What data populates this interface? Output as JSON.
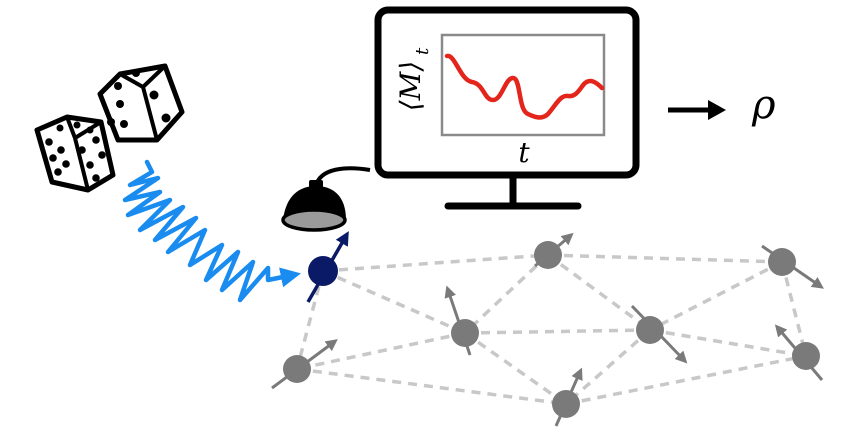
{
  "monitor": {
    "y_label": "⟨M⟩",
    "y_label_sub": "t",
    "x_label": "t",
    "plot_color": "#e3251b"
  },
  "output": {
    "symbol": "ρ"
  },
  "colors": {
    "wave": "#1a8cf0",
    "probe_spin": "#0b1a66",
    "lattice_spin": "#7a7a7a",
    "bond": "#c8c8c8"
  },
  "icons": [
    "dice-icon",
    "wavy-signal-icon",
    "detector-lamp-icon",
    "monitor-icon",
    "arrow-icon"
  ]
}
